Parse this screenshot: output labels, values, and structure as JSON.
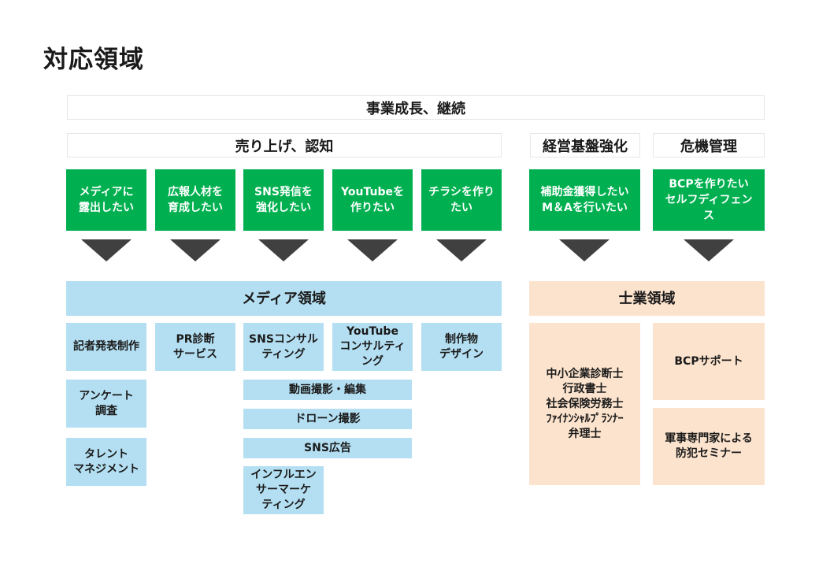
{
  "title": "対応領域",
  "top_band": "事業成長、継続",
  "groups": {
    "sales": "売り上げ、認知",
    "management": "経営基盤強化",
    "crisis": "危機管理"
  },
  "needs": [
    "メディアに\n露出したい",
    "広報人材を\n育成したい",
    "SNS発信を\n強化したい",
    "YouTubeを\n作りたい",
    "チラシを作り\nたい",
    "補助金獲得したい\nM＆Aを行いたい",
    "BCPを作りたい\nセルフディフェン\nス"
  ],
  "media": {
    "header": "メディア領域",
    "services": [
      "記者発表制作",
      "PR診断\nサービス",
      "SNSコンサル\nティング",
      "YouTube\nコンサルティ\nング",
      "制作物\nデザイン",
      "アンケート\n調査",
      "タレント\nマネジメント",
      "動画撮影・編集",
      "ドローン撮影",
      "SNS広告",
      "インフルエン\nサーマーケ\nティング"
    ]
  },
  "professional": {
    "header": "士業領域",
    "services": [
      "中小企業診断士\n行政書士\n社会保険労務士\nﾌｧｲﾅﾝｼｬﾙﾌﾟﾗﾝﾅｰ\n弁理士",
      "BCPサポート",
      "軍事専門家による\n防犯セミナー"
    ]
  },
  "colors": {
    "green": "#00b050",
    "blue": "#b4dff2",
    "peach": "#fce3cd",
    "arrow": "#404040"
  }
}
